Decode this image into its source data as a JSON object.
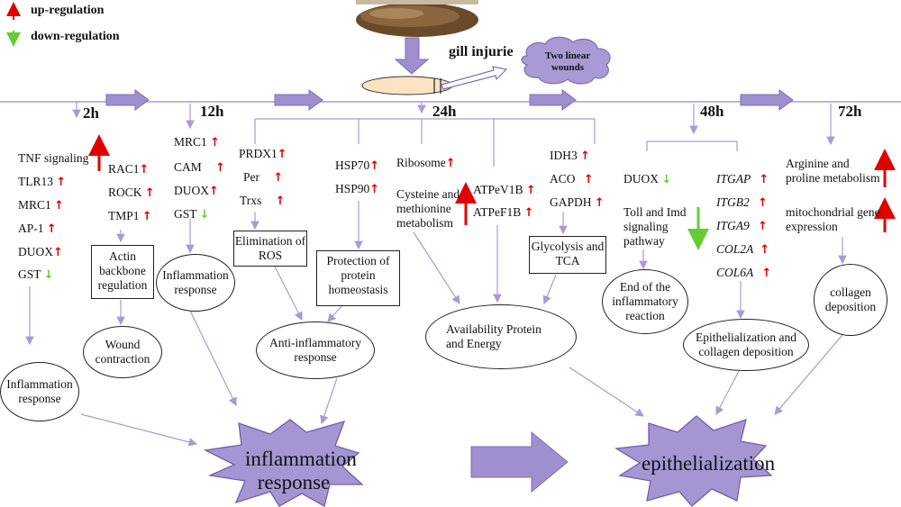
{
  "legend": {
    "up_label": "up-regulation",
    "down_label": "down-regulation",
    "up_color": "#e00000",
    "down_color": "#66cc33"
  },
  "header": {
    "injury_label": "gill injurie",
    "cloud_label": "Two linear wounds"
  },
  "timepoints": {
    "t2": "2h",
    "t12": "12h",
    "t24": "24h",
    "t48": "48h",
    "t72": "72h"
  },
  "col2h": {
    "genes_a": [
      {
        "name": "TNF signaling",
        "dir": "up"
      },
      {
        "name": "TLR13",
        "dir": "up"
      },
      {
        "name": "MRC1",
        "dir": "up"
      },
      {
        "name": "AP-1",
        "dir": "up"
      },
      {
        "name": "DUOX",
        "dir": "up"
      },
      {
        "name": "GST",
        "dir": "down"
      }
    ],
    "genes_b": [
      {
        "name": "RAC1",
        "dir": "up"
      },
      {
        "name": "ROCK",
        "dir": "up"
      },
      {
        "name": "TMP1",
        "dir": "up"
      }
    ],
    "box_actin": "Actin backbone regulation",
    "oval_wound": "Wound contraction",
    "oval_inflam": "Inflammation response"
  },
  "col12h": {
    "genes": [
      {
        "name": "MRC1",
        "dir": "up"
      },
      {
        "name": "CAM",
        "dir": "up"
      },
      {
        "name": "DUOX",
        "dir": "up"
      },
      {
        "name": "GST",
        "dir": "down"
      }
    ],
    "oval_inflam": "Inflammation response"
  },
  "col24h": {
    "genes_ros": [
      {
        "name": "PRDX1",
        "dir": "up"
      },
      {
        "name": "Per",
        "dir": "up"
      },
      {
        "name": "Trxs",
        "dir": "up"
      }
    ],
    "box_ros": "Elimination of ROS",
    "genes_hsp": [
      {
        "name": "HSP70",
        "dir": "up"
      },
      {
        "name": "HSP90",
        "dir": "up"
      }
    ],
    "box_protein": "Protection of protein homeostasis",
    "ribosome": "Ribosome",
    "cysteine": "Cysteine and methionine metabolism",
    "genes_atp": [
      {
        "name": "ATPeV1B",
        "dir": "up"
      },
      {
        "name": "ATPeF1B",
        "dir": "up"
      }
    ],
    "genes_gly": [
      {
        "name": "IDH3",
        "dir": "up"
      },
      {
        "name": "ACO",
        "dir": "up"
      },
      {
        "name": "GAPDH",
        "dir": "up"
      }
    ],
    "box_gly": "Glycolysis and TCA",
    "oval_anti": "Anti-inflammatory response",
    "oval_energy": "Availability Protein and Energy"
  },
  "col48h": {
    "duox": "DUOX",
    "toll": "Toll and Imd signaling pathway",
    "genes_itg": [
      {
        "name": "ITGAP",
        "dir": "up"
      },
      {
        "name": "ITGB2",
        "dir": "up"
      },
      {
        "name": "ITGA9",
        "dir": "up"
      },
      {
        "name": "COL2A",
        "dir": "up"
      },
      {
        "name": "COL6A",
        "dir": "up"
      }
    ],
    "oval_end": "End of the inflammatory reaction",
    "oval_epi": "Epithelialization and collagen deposition"
  },
  "col72h": {
    "arginine": "Arginine and proline metabolism",
    "mito": "mitochondrial gene expression",
    "oval_collagen": "collagen deposition"
  },
  "outcomes": {
    "left": "inflammation response",
    "right": "epithelialization"
  },
  "colors": {
    "arrow_purple": "#9f8fcf",
    "line_purple": "#a99ad6",
    "star_fill": "#a596d3",
    "up_arrow": "#e00000",
    "down_arrow": "#66cc33"
  }
}
